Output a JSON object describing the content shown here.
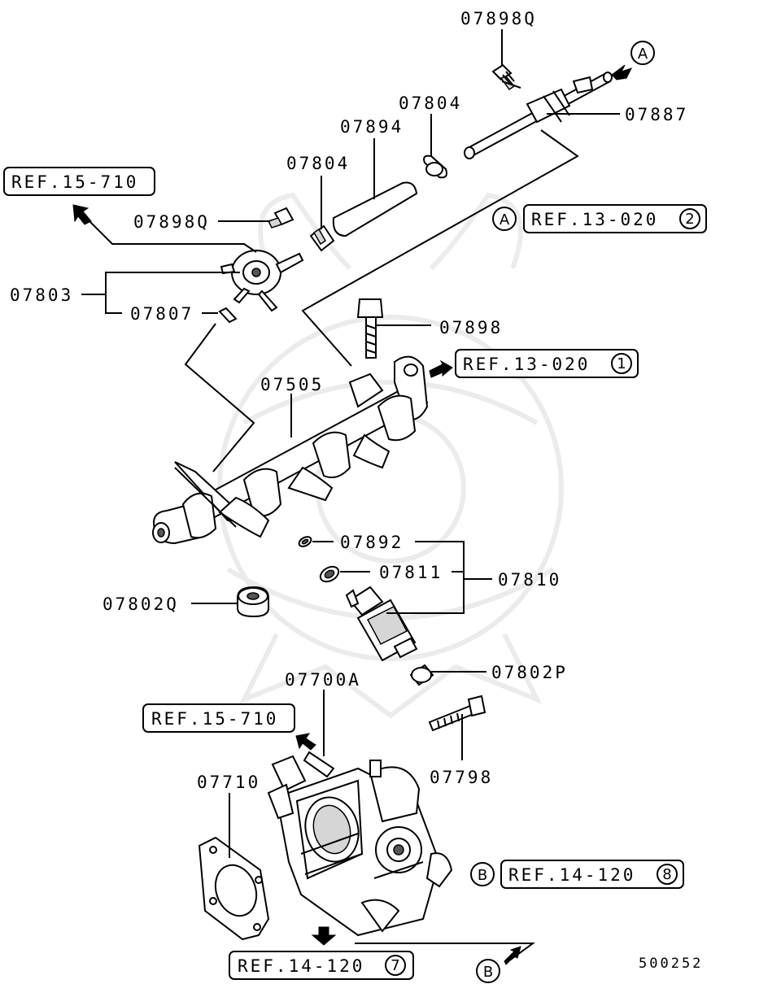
{
  "parts": {
    "p07898Q_top": "07898Q",
    "p07804_top": "07804",
    "p07887": "07887",
    "p07894": "07894",
    "p07804_left": "07804",
    "p07898Q_left": "07898Q",
    "p07803": "07803",
    "p07807": "07807",
    "p07898": "07898",
    "p07505": "07505",
    "p07892": "07892",
    "p07811": "07811",
    "p07810": "07810",
    "p07802Q": "07802Q",
    "p07802P": "07802P",
    "p07700A": "07700A",
    "p07798": "07798",
    "p07710": "07710"
  },
  "refs": {
    "ref1": {
      "text": "REF.15-710",
      "circle": ""
    },
    "ref2": {
      "text": "REF.13-020",
      "circle": "2"
    },
    "ref3": {
      "text": "REF.13-020",
      "circle": "1"
    },
    "ref4": {
      "text": "REF.15-710",
      "circle": ""
    },
    "ref5": {
      "text": "REF.14-120",
      "circle": "8"
    },
    "ref6": {
      "text": "REF.14-120",
      "circle": "7"
    }
  },
  "markers": {
    "a_top": "A",
    "a_mid": "A",
    "b_mid": "B",
    "b_bottom": "B"
  },
  "diagram_id": "500252",
  "colors": {
    "line": "#000000",
    "background": "#ffffff",
    "watermark": "#d8d8d8",
    "shade": "#d6d6d6"
  }
}
